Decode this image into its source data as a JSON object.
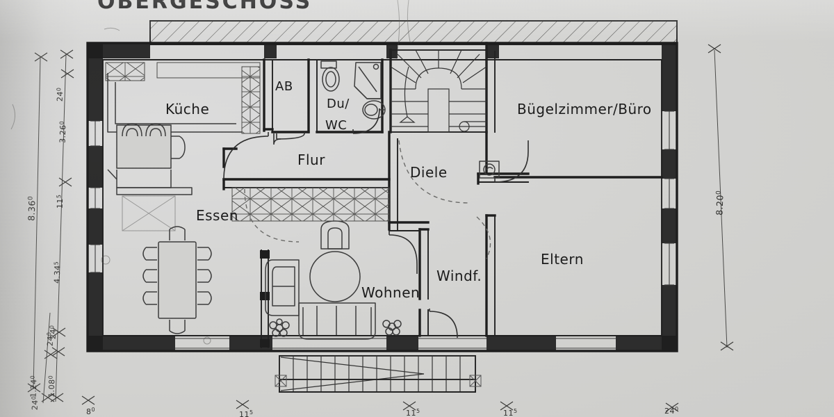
{
  "document": {
    "title": "OBERGESCHOSS",
    "kind": "hand-drawn architectural floor plan",
    "paper_color": "#d6d6d4",
    "ink_color": "#1d1d1d"
  },
  "rooms": [
    {
      "id": "kueche",
      "label": "Küche"
    },
    {
      "id": "ab",
      "label": "AB"
    },
    {
      "id": "du_wc_1",
      "label": "Du/"
    },
    {
      "id": "du_wc_2",
      "label": "WC"
    },
    {
      "id": "buegelzimmer",
      "label": "Bügelzimmer/Büro"
    },
    {
      "id": "flur",
      "label": "Flur"
    },
    {
      "id": "diele",
      "label": "Diele"
    },
    {
      "id": "essen",
      "label": "Essen"
    },
    {
      "id": "wohnen",
      "label": "Wohnen"
    },
    {
      "id": "windfang",
      "label": "Windf."
    },
    {
      "id": "eltern",
      "label": "Eltern"
    }
  ],
  "dimensions": {
    "left_outer": {
      "value": "8.36",
      "sup": "0"
    },
    "left_chain": [
      {
        "value": "24",
        "sup": "0"
      },
      {
        "value": "3.26",
        "sup": "0"
      },
      {
        "value": "11",
        "sup": "5"
      },
      {
        "value": "4.34",
        "sup": "5"
      },
      {
        "value": "24",
        "sup": "0"
      },
      {
        "value": "1.24",
        "sup": "0"
      },
      {
        "value": "24",
        "sup": "0"
      },
      {
        "value": "1.08",
        "sup": "0"
      },
      {
        "value": "24",
        "sup": "0"
      }
    ],
    "right_outer": {
      "value": "8.20",
      "sup": "0"
    },
    "bottom_chain": [
      {
        "value": "8",
        "sup": "0"
      },
      {
        "value": "11",
        "sup": "5"
      },
      {
        "value": "11",
        "sup": "5"
      },
      {
        "value": "11",
        "sup": "5"
      },
      {
        "value": "24",
        "sup": "0"
      }
    ]
  },
  "fixtures": [
    {
      "id": "kitchen-counter",
      "name": "kitchen-counter"
    },
    {
      "id": "kitchen-sink",
      "name": "kitchen-sink"
    },
    {
      "id": "stove-burners",
      "name": "stove-burners"
    },
    {
      "id": "dining-table",
      "name": "dining-table"
    },
    {
      "id": "dining-chairs",
      "name": "dining-chairs"
    },
    {
      "id": "toilet",
      "name": "toilet"
    },
    {
      "id": "corner-shower",
      "name": "corner-shower"
    },
    {
      "id": "washbasin",
      "name": "washbasin"
    },
    {
      "id": "winder-staircase",
      "name": "winder-staircase"
    },
    {
      "id": "sofa",
      "name": "sofa"
    },
    {
      "id": "armchair",
      "name": "armchair"
    },
    {
      "id": "round-table",
      "name": "round-table"
    },
    {
      "id": "tv-cabinet",
      "name": "tv-cabinet"
    },
    {
      "id": "plant-left",
      "name": "potted-plant"
    },
    {
      "id": "plant-right",
      "name": "potted-plant"
    },
    {
      "id": "exterior-stairs",
      "name": "exterior-stairs"
    },
    {
      "id": "built-in-wardrobe",
      "name": "built-in-wardrobe"
    }
  ]
}
